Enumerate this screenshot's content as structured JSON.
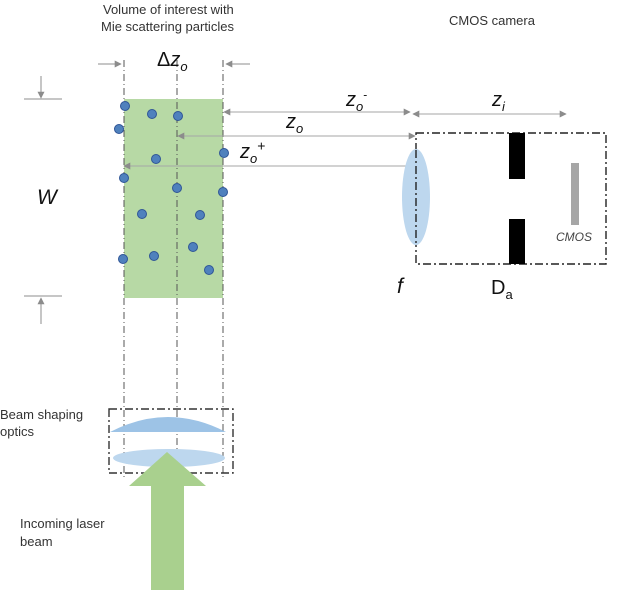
{
  "labels": {
    "volume_title": "Volume of interest with",
    "volume_title2": "Mie scattering particles",
    "camera_title": "CMOS camera",
    "delta": "Δ",
    "z": "z",
    "o": "o",
    "i": "i",
    "minus": "-",
    "plus": "+",
    "w": "W",
    "f": "f",
    "d": "D",
    "a": "a",
    "cmos": "CMOS",
    "beam_shaping": "Beam shaping",
    "beam_shaping2": "optics",
    "laser": "Incoming laser",
    "laser2": "beam"
  },
  "colors": {
    "volume_fill": "#b7d9a5",
    "particle_fill": "#4f81bd",
    "particle_stroke": "#2f5597",
    "lens_fill": "#bdd7ee",
    "lens_top_fill": "#9dc3e6",
    "aperture": "#000000",
    "sensor": "#a6a6a6",
    "laser_arrow": "#a9d08e",
    "dim_arrow": "#a6a6a6"
  }
}
